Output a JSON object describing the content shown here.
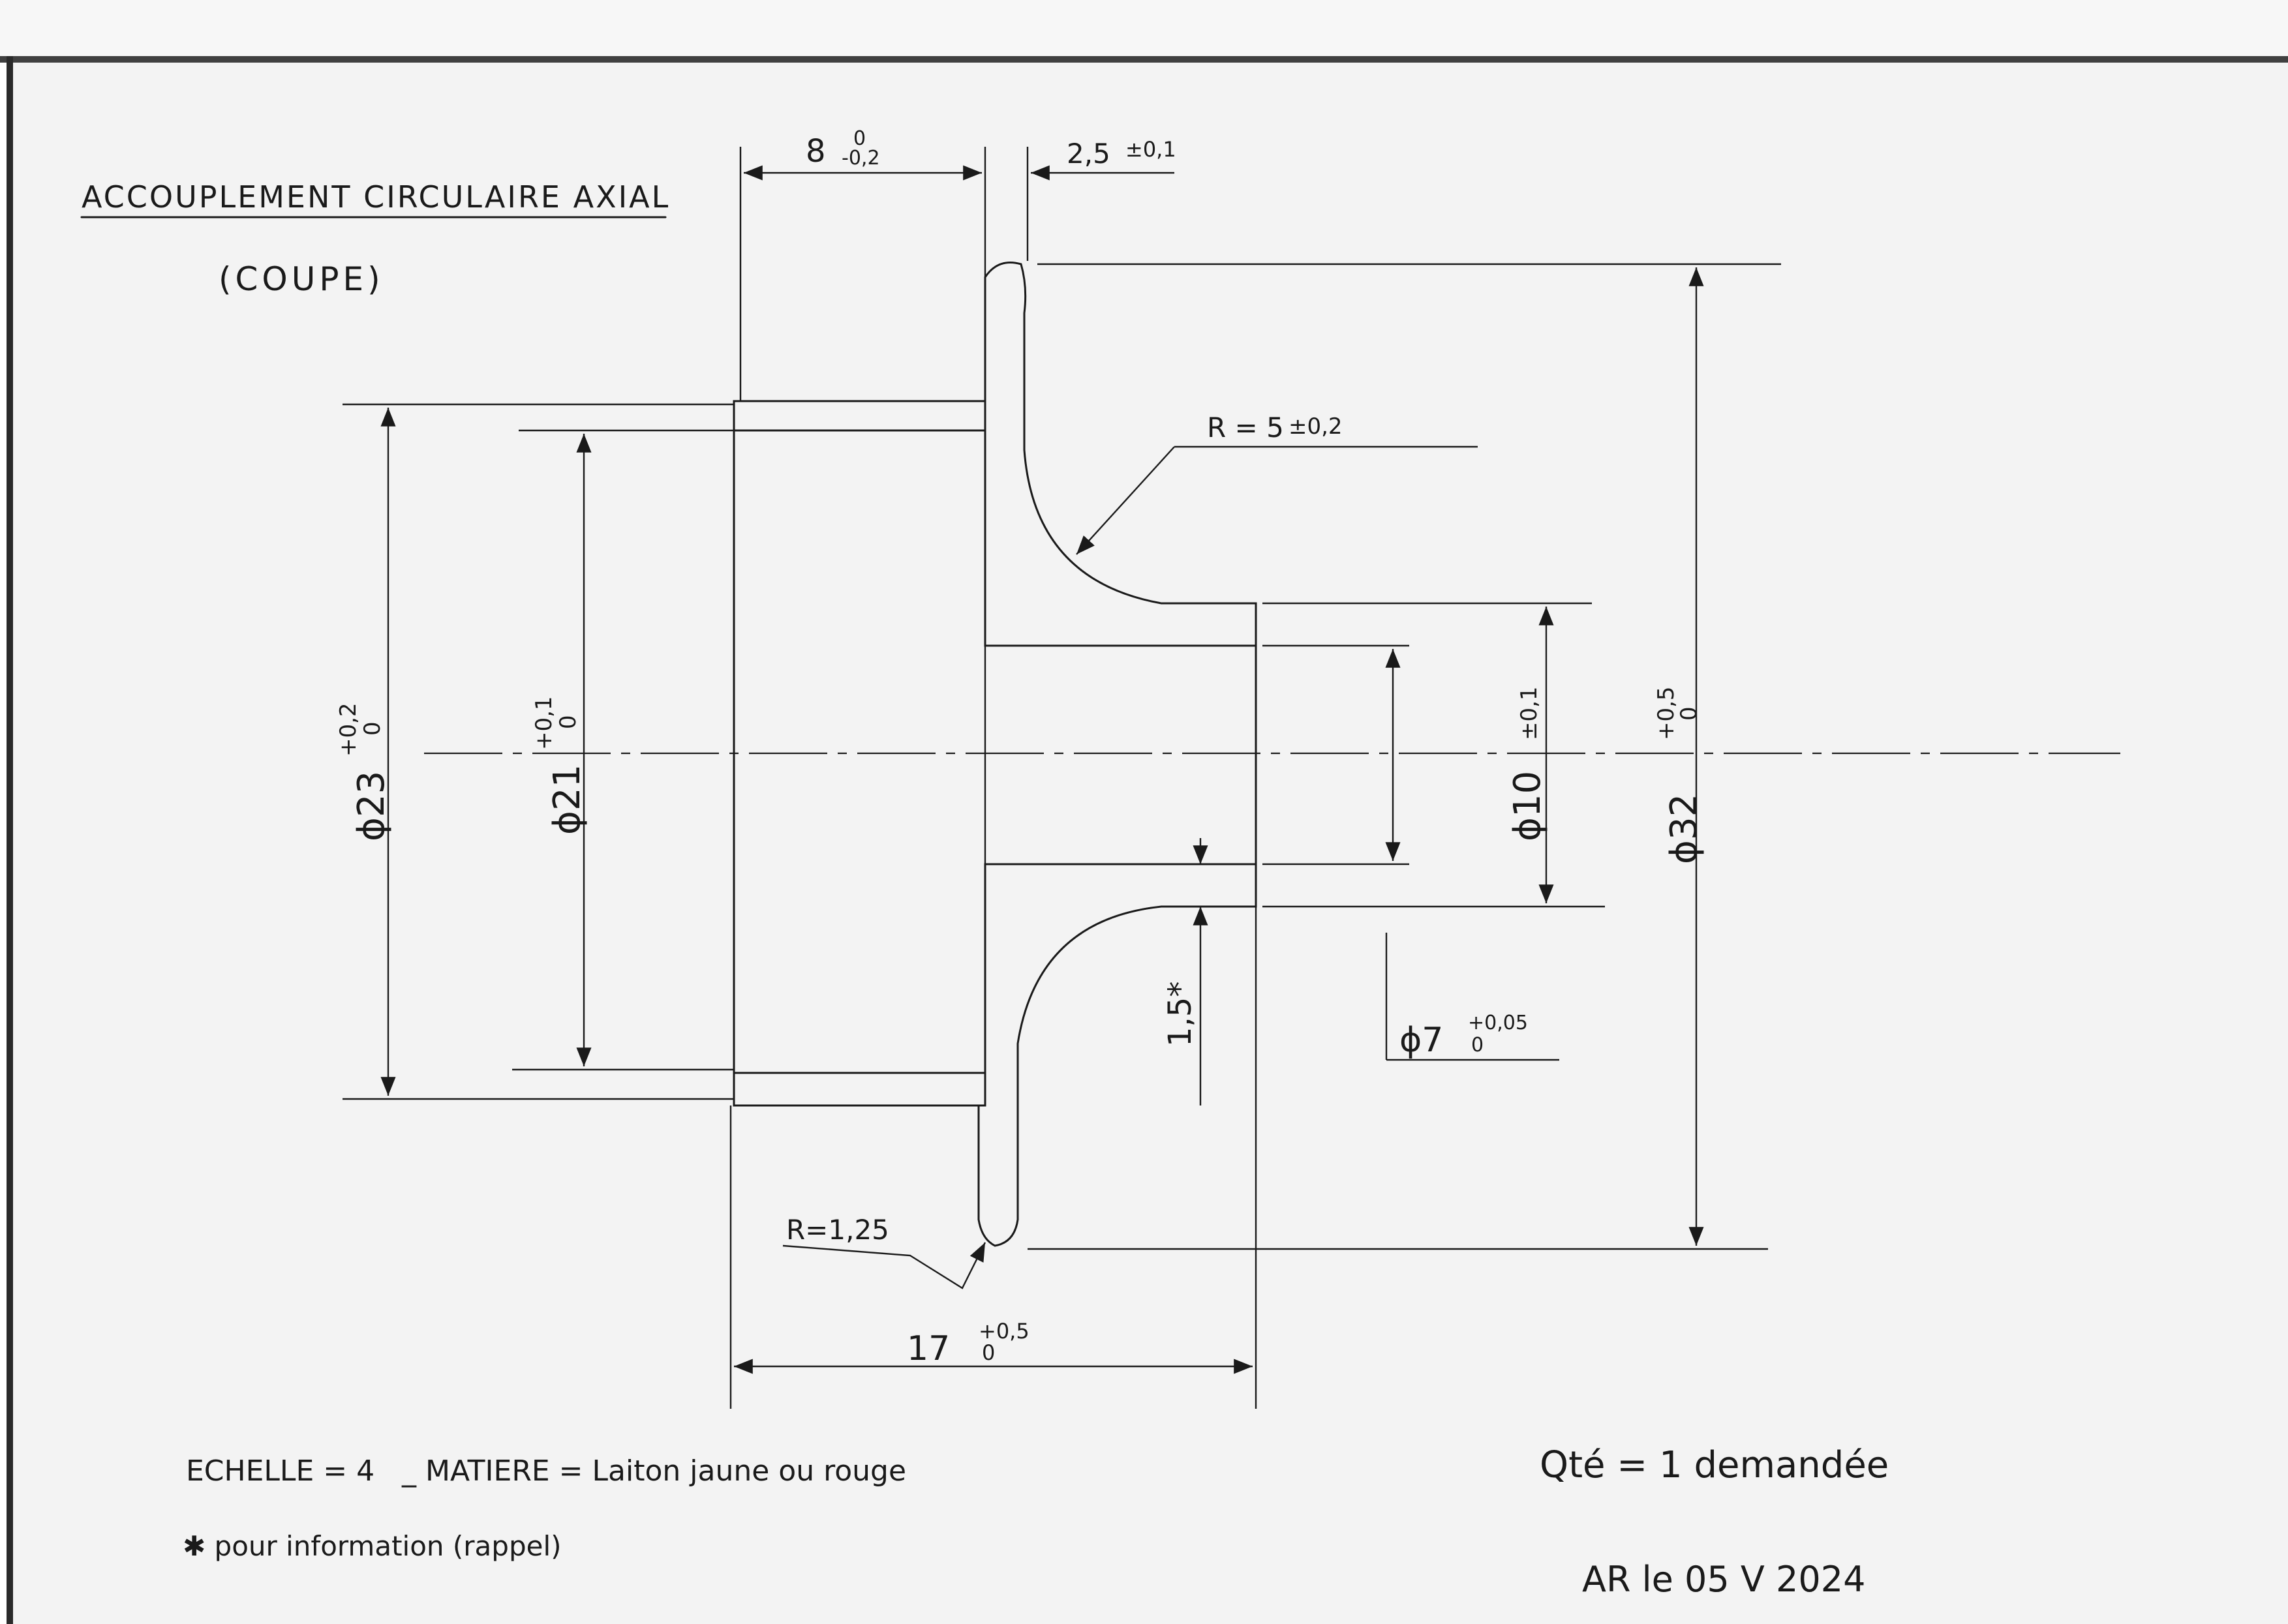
{
  "title": "ACCOUPLEMENT CIRCULAIRE AXIAL",
  "subtitle": "(COUPE)",
  "dimensions": {
    "length_8": "8",
    "length_8_tol_upper": "0",
    "length_8_tol_lower": "-0,2",
    "flange_2_5": "2,5",
    "flange_2_5_tol": "±0,1",
    "radius_5": "R = 5",
    "radius_5_tol": "±0,2",
    "dia_23": "ϕ23",
    "dia_23_tol_upper": "+0,2",
    "dia_23_tol_lower": "0",
    "dia_21": "ϕ21",
    "dia_21_tol_upper": "+0,1",
    "dia_21_tol_lower": "0",
    "dia_10": "ϕ10",
    "dia_10_tol": "±0,1",
    "dia_32": "ϕ32",
    "dia_32_tol_upper": "+0,5",
    "dia_32_tol_lower": "0",
    "dia_7": "ϕ7",
    "dia_7_tol_upper": "+0,05",
    "dia_7_tol_lower": "0",
    "wall_1_5": "1,5*",
    "radius_1_25": "R=1,25",
    "total_17": "17",
    "total_17_tol_upper": "+0,5",
    "total_17_tol_lower": "0"
  },
  "notes": {
    "scale_material": "ECHELLE = 4   _ MATIERE = Laiton jaune ou rouge",
    "quantity": "Qté = 1 demandée",
    "footnote": "✱ pour information (rappel)",
    "signature": "AR le 05 Ⅴ 2024"
  },
  "colors": {
    "ink": "#1a1a1a",
    "paper": "#f3f3f3",
    "hatch": "#555555"
  }
}
